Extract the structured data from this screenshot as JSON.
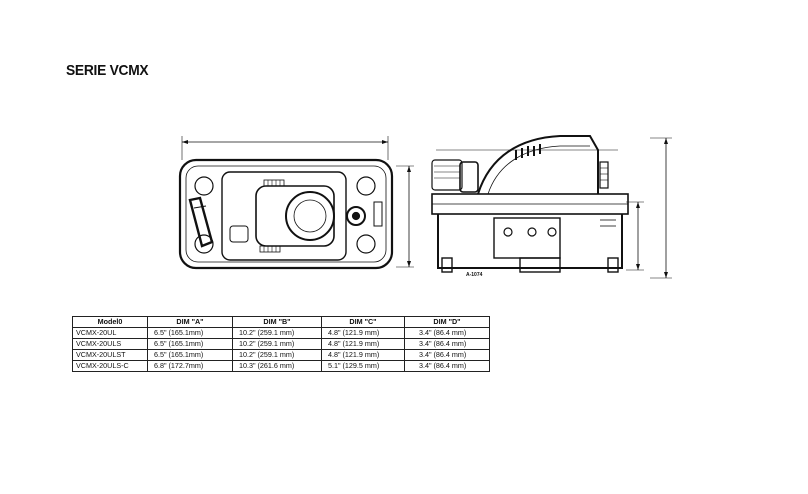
{
  "header": {
    "title": "SERIE VCMX"
  },
  "drawing": {
    "part_code": "A-1074"
  },
  "table": {
    "headers": [
      "Model0",
      "DIM \"A\"",
      "DIM \"B\"",
      "DIM \"C\"",
      "DIM \"D\""
    ],
    "rows": [
      [
        "VCMX-20UL",
        "6.5\" (165.1mm)",
        "10.2\" (259.1 mm)",
        "4.8\" (121.9 mm)",
        "3.4\" (86.4 mm)"
      ],
      [
        "VCMX-20ULS",
        "6.5\" (165.1mm)",
        "10.2\" (259.1 mm)",
        "4.8\" (121.9 mm)",
        "3.4\" (86.4 mm)"
      ],
      [
        "VCMX-20ULST",
        "6.5\" (165.1mm)",
        "10.2\" (259.1 mm)",
        "4.8\" (121.9 mm)",
        "3.4\" (86.4 mm)"
      ],
      [
        "VCMX-20ULS-C",
        "6.8\" (172.7mm)",
        "10.3\" (261.6 mm)",
        "5.1\" (129.5 mm)",
        "3.4\" (86.4 mm)"
      ]
    ]
  }
}
